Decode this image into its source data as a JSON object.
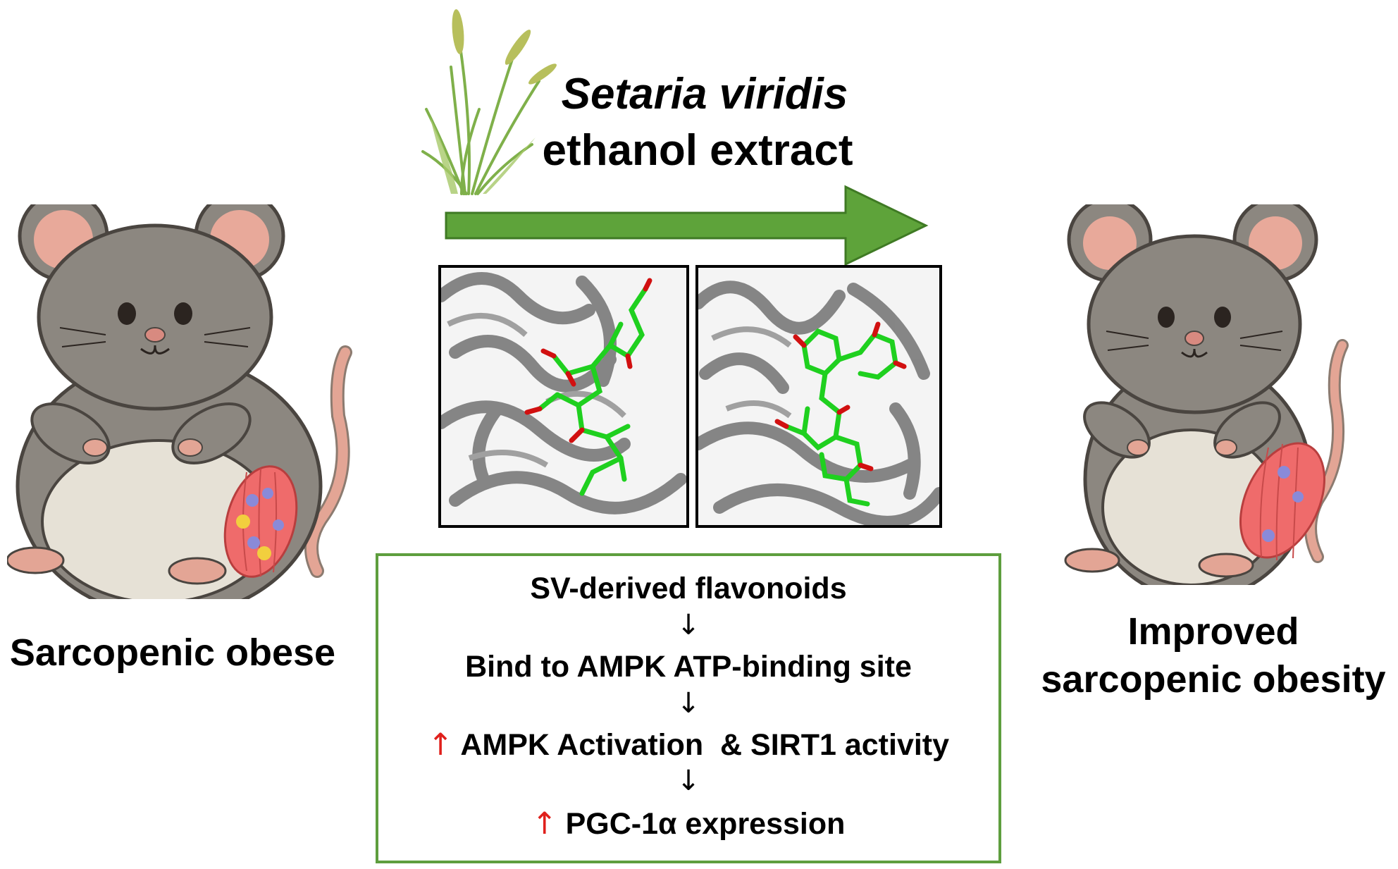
{
  "extract": {
    "species": "Setaria viridis",
    "preparation": "ethanol extract"
  },
  "left_state": {
    "label": "Sarcopenic obese"
  },
  "right_state": {
    "label_line1": "Improved",
    "label_line2": "sarcopenic obesity"
  },
  "mechanism": {
    "steps": [
      "SV-derived flavonoids",
      "Bind to AMPK ATP-binding site",
      "AMPK Activation  & SIRT1 activity",
      "PGC-1α expression"
    ],
    "step_arrow": "↓",
    "increase_arrow": "↑"
  },
  "colors": {
    "arrow_green": "#5ea33a",
    "box_border": "#5e9e3e",
    "mouse_fur": "#8c8780",
    "mouse_belly": "#e6e1d6",
    "ear_pink": "#e8a99a",
    "muscle_red": "#ef6b6b",
    "ligand_green": "#1fd01f",
    "oxygen_red": "#d11010",
    "up_arrow_red": "#e0201c"
  },
  "icons": [
    "grass-plant-icon",
    "mouse-obese-icon",
    "mouse-improved-icon",
    "muscle-fiber-icon",
    "protein-ribbon-icon",
    "ligand-molecule-icon"
  ]
}
